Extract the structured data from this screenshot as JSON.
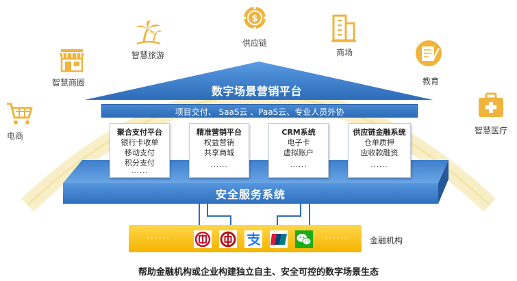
{
  "scenarios": {
    "ecommerce": "电商",
    "smart_mall": "智慧商圈",
    "smart_tourism": "智慧旅游",
    "supply_chain": "供应链",
    "shopping_center": "商场",
    "education": "教育",
    "smart_medical": "智慧医疗"
  },
  "platform": {
    "title": "数字场景营销平台",
    "services": "项目交付、 SaaS云 、PaaS云、专业人员外协"
  },
  "modules": [
    {
      "title": "聚合支付平台",
      "items": [
        "银行卡收单",
        "移动支付",
        "积分支付"
      ],
      "more": "......"
    },
    {
      "title": "精准营销平台",
      "items": [
        "权益营销",
        "共享商城"
      ],
      "more": "......"
    },
    {
      "title": "CRM系统",
      "items": [
        "电子卡",
        "虚拟账户"
      ],
      "more": "......"
    },
    {
      "title": "供应链金融系统",
      "items": [
        "仓单质押",
        "应收款融资"
      ],
      "more": "......"
    }
  ],
  "security": {
    "title": "安全服务系统"
  },
  "finance": {
    "dots_left": "......",
    "dots_right": "......",
    "label": "金融机构"
  },
  "caption": "帮助金融机构或企业构建独立自主、安全可控的数字场景生态",
  "colors": {
    "platform_blue": "#2f6fbd",
    "arc_yellow": "#f7e6a8",
    "icon_gold": "#f0b43c",
    "finance_yellow": "#f5b400"
  }
}
